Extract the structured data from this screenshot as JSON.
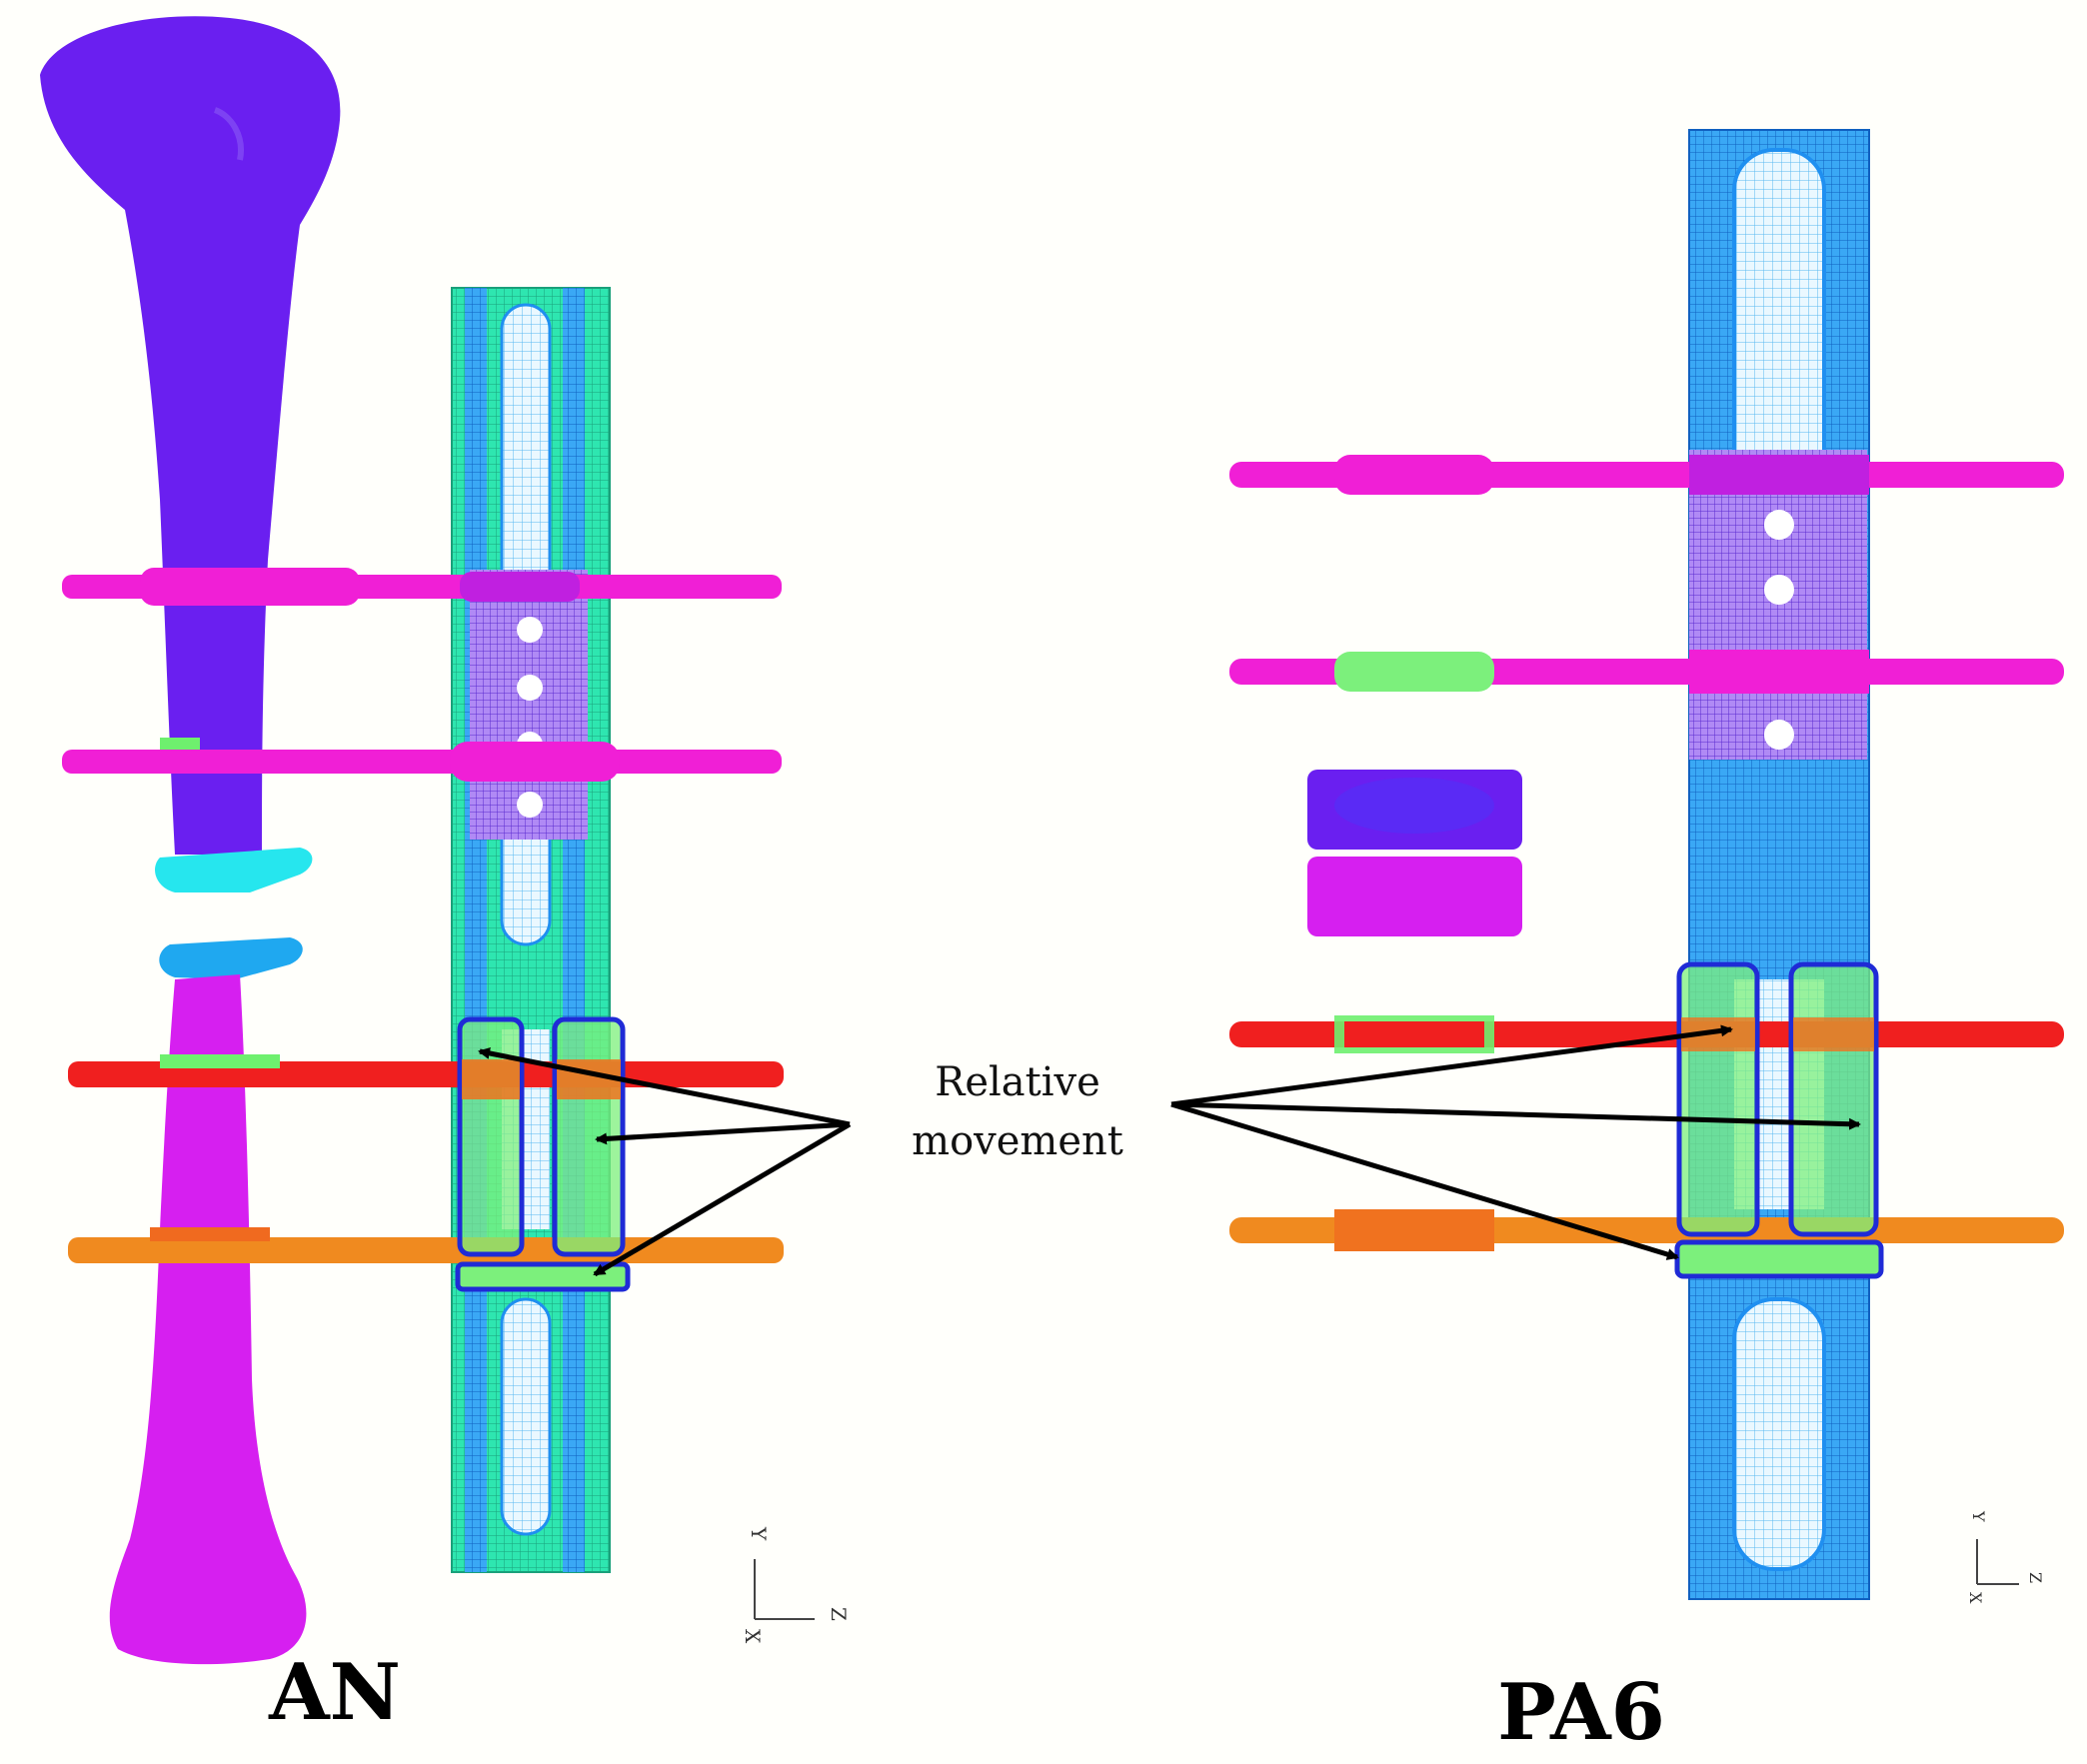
{
  "figure": {
    "panels": [
      {
        "label": "AN"
      },
      {
        "label": "PA6"
      }
    ],
    "annotation": {
      "line1": "Relative",
      "line2": "movement"
    },
    "axes_triad": {
      "y": "Y",
      "z": "Z",
      "x": "X"
    },
    "colors": {
      "background": "#fffffb",
      "bone_upper": "#6a1ff0",
      "bone_lower": "#d61ff0",
      "gap_upper": "#26e6ee",
      "gap_lower": "#1fa8f0",
      "frame_green": "#2ee6b0",
      "frame_blue": "#1f8ff0",
      "pin_magenta": "#f01fd6",
      "pin_red": "#f01f1f",
      "pin_orange": "#f08a1f",
      "highlight_box": "#1f2bd6",
      "highlight_fill": "#7cf07c",
      "arrow": "#000000"
    }
  }
}
